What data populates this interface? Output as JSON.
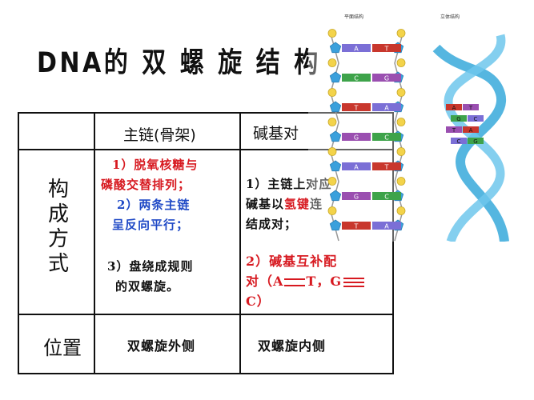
{
  "title": "DNA的 双 螺 旋 结 构",
  "table": {
    "header_main": "主链(骨架)",
    "header_base": "碱基对",
    "side_label": [
      "构",
      "成",
      "方",
      "式"
    ],
    "row_position_label": "位置",
    "main_items": [
      "1）脱氧核糖与",
      "磷酸交替排列；",
      "2）两条主链",
      "呈反向平行；",
      "3）盘绕成规则",
      "的双螺旋。"
    ],
    "base_item1": [
      "1）主链上对应",
      "碱基以",
      "氢键",
      "连",
      "结成对；"
    ],
    "base_item2": [
      "2）碱基互补配",
      "对（A",
      "T，G",
      "C）"
    ],
    "position_main": "双螺旋外侧",
    "position_base": "双螺旋内侧"
  },
  "diagram": {
    "plane_label": "平面结构",
    "stereo_label": "立体结构",
    "rungs": [
      {
        "left": "A",
        "right": "T",
        "left_color": "#7b6fd6",
        "right_color": "#c8372d"
      },
      {
        "left": "C",
        "right": "G",
        "left_color": "#3ea34a",
        "right_color": "#9a4fb0"
      },
      {
        "left": "T",
        "right": "A",
        "left_color": "#c8372d",
        "right_color": "#7b6fd6"
      },
      {
        "left": "G",
        "right": "C",
        "left_color": "#9a4fb0",
        "right_color": "#3ea34a"
      },
      {
        "left": "A",
        "right": "T",
        "left_color": "#7b6fd6",
        "right_color": "#c8372d"
      },
      {
        "left": "G",
        "right": "C",
        "left_color": "#9a4fb0",
        "right_color": "#3ea34a"
      },
      {
        "left": "T",
        "right": "A",
        "left_color": "#c8372d",
        "right_color": "#7b6fd6"
      }
    ],
    "helix_bases": [
      "A",
      "T",
      "G",
      "C",
      "T",
      "A",
      "C",
      "G"
    ]
  }
}
